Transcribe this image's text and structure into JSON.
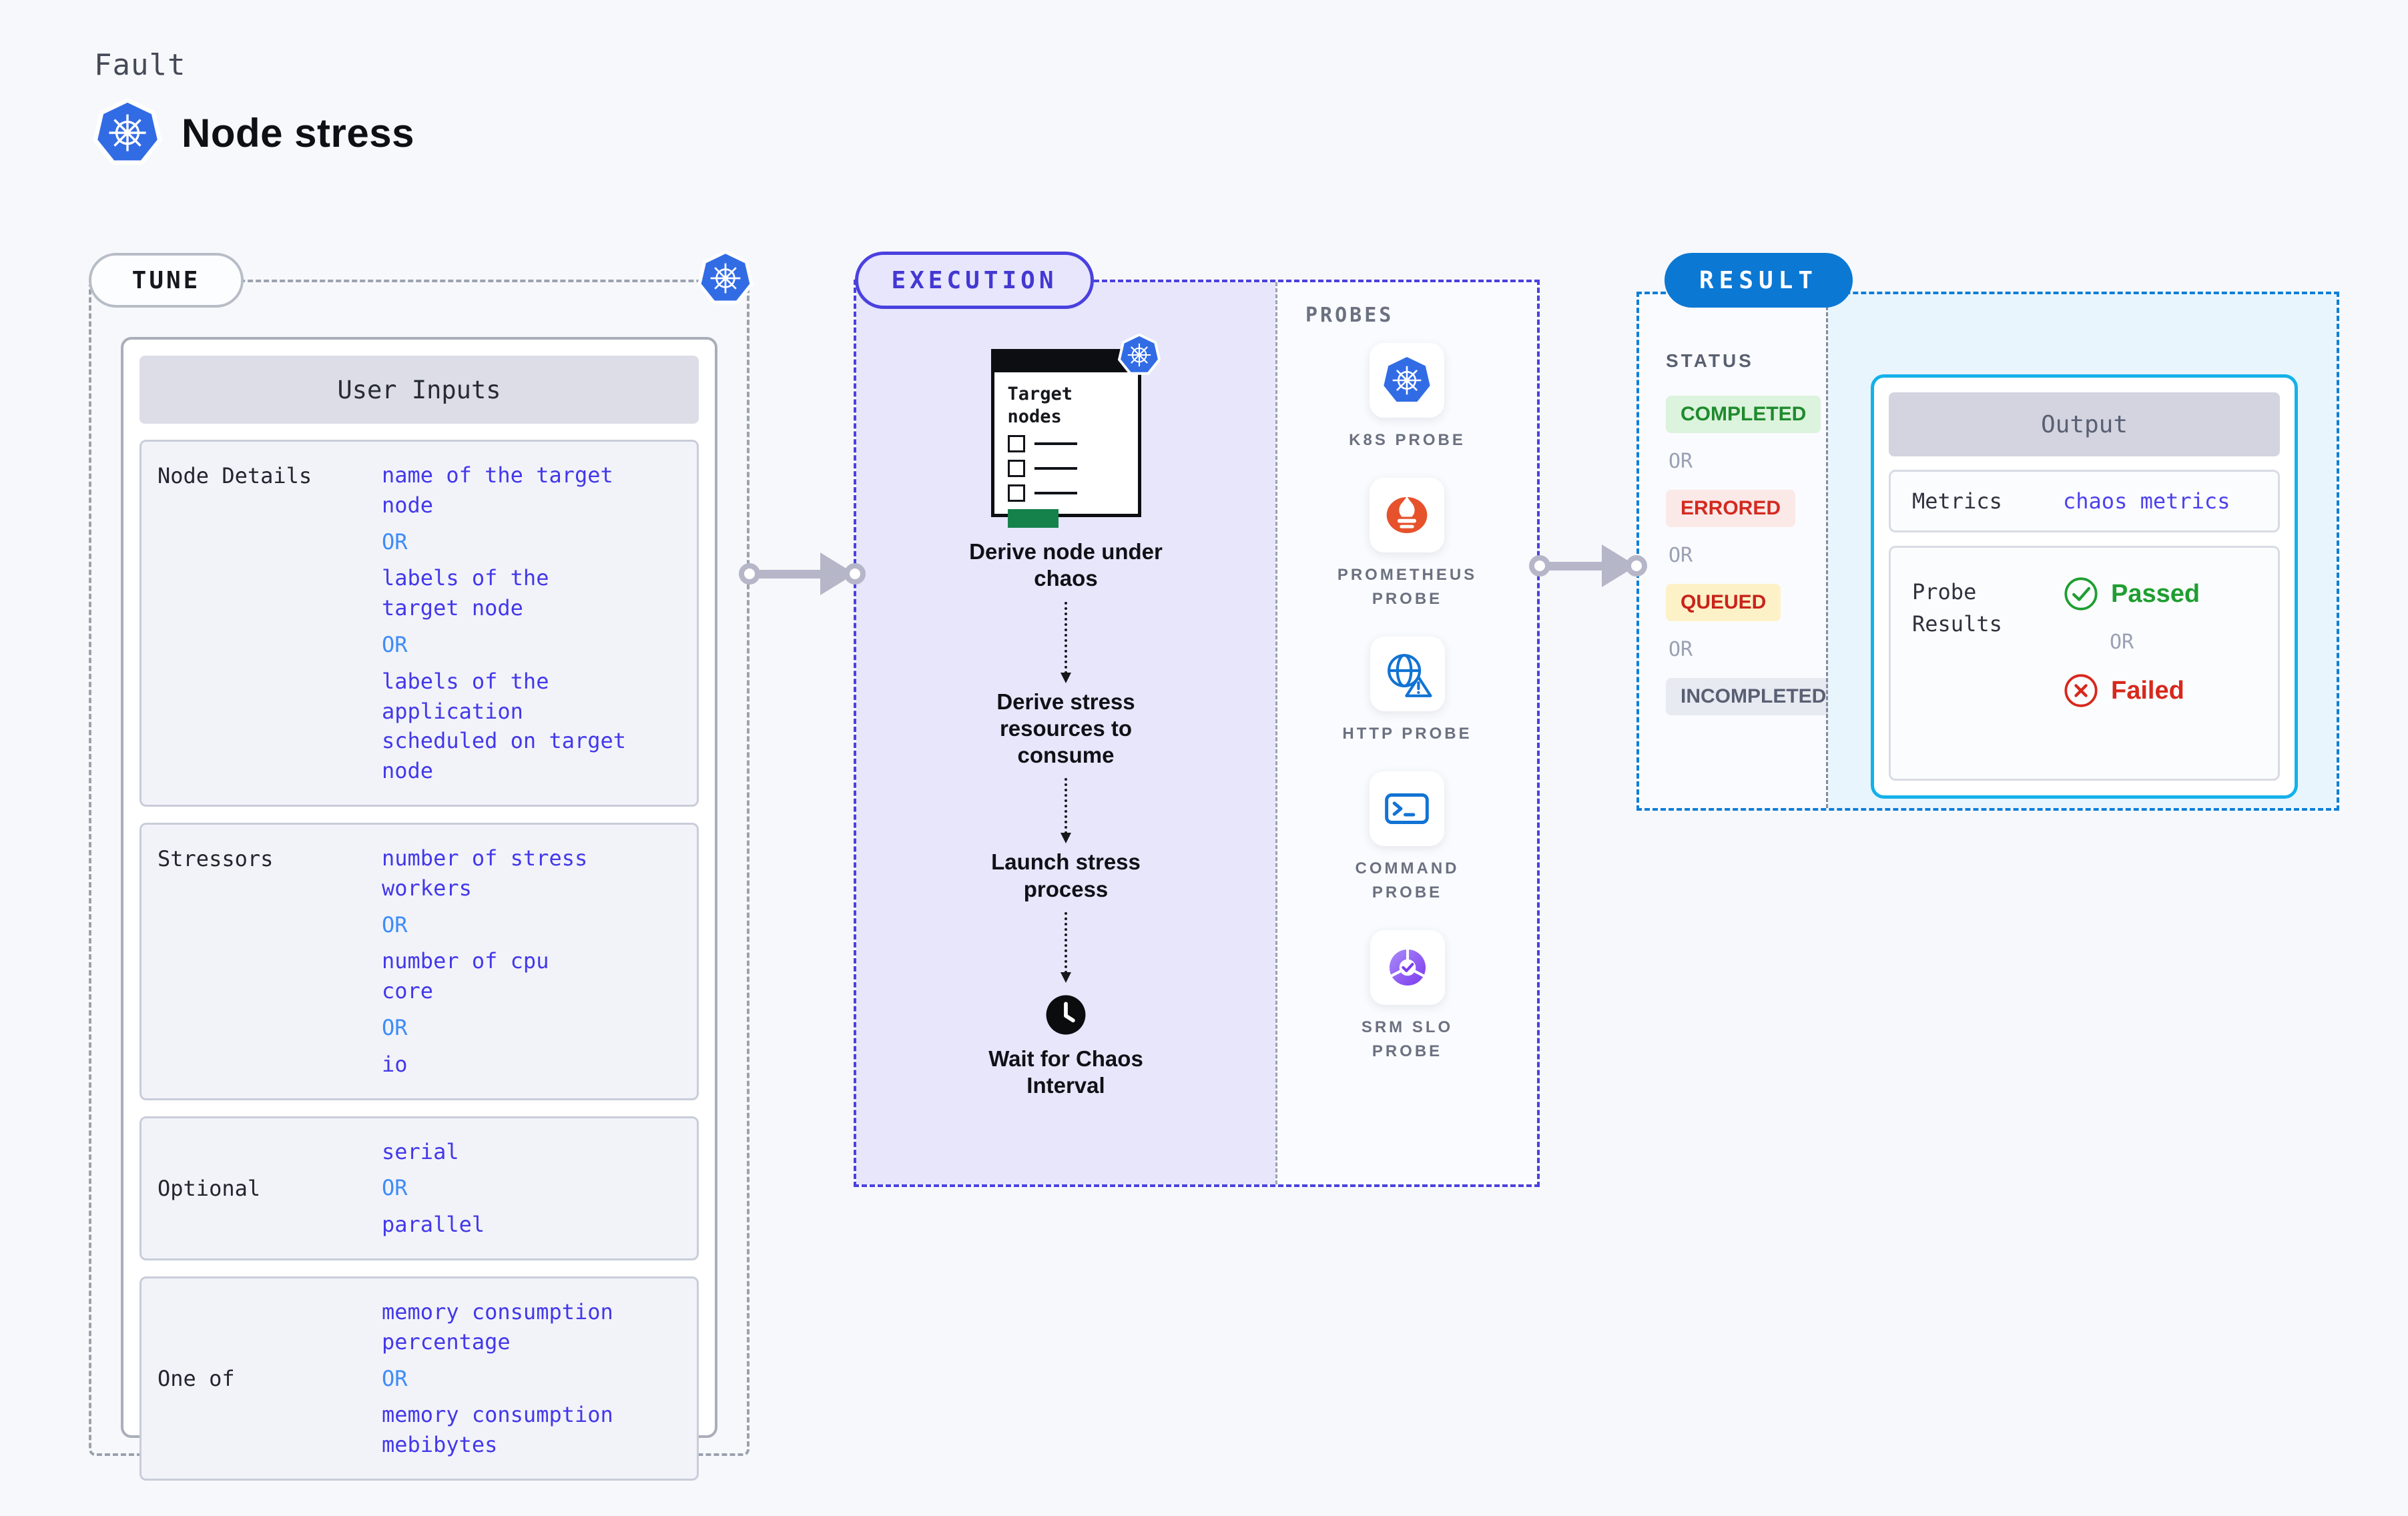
{
  "header": {
    "eyebrow": "Fault",
    "title": "Node stress",
    "icon": "kubernetes-icon"
  },
  "tune": {
    "label": "TUNE",
    "corner_icon": "kubernetes-icon",
    "card_header": "User Inputs",
    "rows": [
      {
        "label": "Node Details",
        "items": [
          {
            "type": "value",
            "text": "name of the target\nnode"
          },
          {
            "type": "or",
            "text": "OR"
          },
          {
            "type": "value",
            "text": "labels of the\ntarget node"
          },
          {
            "type": "or",
            "text": "OR"
          },
          {
            "type": "value",
            "text": "labels of the application\n scheduled on target node"
          }
        ]
      },
      {
        "label": "Stressors",
        "items": [
          {
            "type": "value",
            "text": "number of stress\nworkers"
          },
          {
            "type": "or",
            "text": "OR"
          },
          {
            "type": "value",
            "text": "number of cpu\ncore"
          },
          {
            "type": "or",
            "text": "OR"
          },
          {
            "type": "value",
            "text": "io"
          }
        ]
      },
      {
        "label": "Optional",
        "items": [
          {
            "type": "value",
            "text": "serial"
          },
          {
            "type": "or",
            "text": "OR"
          },
          {
            "type": "value",
            "text": "parallel"
          }
        ]
      },
      {
        "label": "One of",
        "items": [
          {
            "type": "value",
            "text": "memory consumption\npercentage"
          },
          {
            "type": "or",
            "text": "OR"
          },
          {
            "type": "value",
            "text": "memory consumption\nmebibytes"
          }
        ]
      }
    ]
  },
  "execution": {
    "label": "EXECUTION",
    "clipboard": {
      "title": "Target\nnodes",
      "icon": "kubernetes-icon",
      "checklist_rows": 3
    },
    "steps": [
      {
        "label": "Derive node under\nchaos"
      },
      {
        "label": "Derive stress\nresources to\nconsume"
      },
      {
        "label": "Launch stress\nprocess"
      },
      {
        "label": "Wait for Chaos\nInterval",
        "icon": "clock-icon"
      }
    ],
    "probes_panel": {
      "label": "PROBES",
      "probes": [
        {
          "label": "K8S PROBE",
          "icon": "kubernetes-icon"
        },
        {
          "label": "PROMETHEUS\nPROBE",
          "icon": "prometheus-icon"
        },
        {
          "label": "HTTP PROBE",
          "icon": "globe-warning-icon"
        },
        {
          "label": "COMMAND\nPROBE",
          "icon": "terminal-icon"
        },
        {
          "label": "SRM SLO\nPROBE",
          "icon": "slo-donut-check-icon"
        }
      ]
    }
  },
  "result": {
    "label": "RESULT",
    "status": {
      "label": "STATUS",
      "items": [
        {
          "text": "COMPLETED",
          "style": "green"
        },
        {
          "text": "OR",
          "style": "or"
        },
        {
          "text": "ERRORED",
          "style": "red"
        },
        {
          "text": "OR",
          "style": "or"
        },
        {
          "text": "QUEUED",
          "style": "yellow"
        },
        {
          "text": "OR",
          "style": "or"
        },
        {
          "text": "INCOMPLETED",
          "style": "gray"
        }
      ]
    },
    "output": {
      "header": "Output",
      "metrics_label": "Metrics",
      "metrics_value": "chaos metrics",
      "probe_results_label": "Probe\nResults",
      "passed": "Passed",
      "or": "OR",
      "failed": "Failed"
    }
  },
  "colors": {
    "kubernetes_blue": "#326ce5",
    "tune_border_gray": "#9aa2ae",
    "execution_indigo": "#4a41df",
    "execution_fill": "#e7e6fb",
    "result_blue": "#0b78d4",
    "result_border_blue": "#0f7fd8",
    "output_border_cyan": "#14b1e9",
    "output_area_fill": "#e8f5fc",
    "value_indigo": "#4338e9",
    "or_blue": "#3e8cf7",
    "completed_green": "#1e8b2d",
    "errored_red": "#d32b20",
    "queued_text_red": "#c9241b",
    "incompleted_gray": "#5a6073",
    "passed_green": "#1f9e31",
    "failed_red": "#d7281c",
    "prometheus_orange": "#e6522c",
    "http_command_blue": "#1173d4",
    "srm_purple": "#7c3aed",
    "arrow_gray": "#b5b6c8",
    "clipboard_green": "#15824b"
  }
}
